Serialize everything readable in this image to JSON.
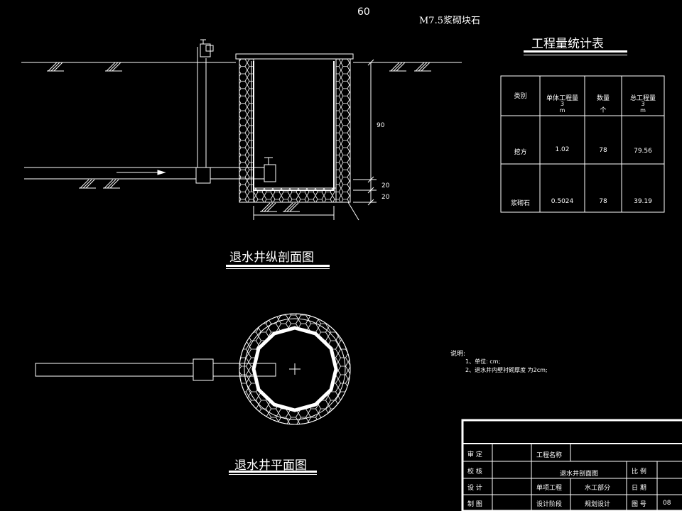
{
  "drawing": {
    "top_dimension": "60",
    "material_label": "M7.5浆砌块石",
    "dim_depth": "90",
    "dim_base1": "20",
    "dim_base2": "20"
  },
  "section_title": "退水井纵剖面图",
  "plan_title": "退水井平面图",
  "quantity_table": {
    "title": "工程量统计表",
    "headers": {
      "category": "类别",
      "unit_qty_line1": "单体工程量",
      "unit_qty_sup": "3",
      "unit_qty_unit": "m",
      "count_line1": "数量",
      "count_unit": "个",
      "total_line1": "总工程量",
      "total_sup": "3",
      "total_unit": "m"
    },
    "rows": [
      {
        "category": "挖方",
        "unit_qty": "1.02",
        "count": "78",
        "total": "79.56"
      },
      {
        "category": "浆砌石",
        "unit_qty": "0.5024",
        "count": "78",
        "total": "39.19"
      }
    ]
  },
  "notes": {
    "heading": "说明:",
    "items": [
      "1、单位: cm;",
      "2、退水井内壁衬砌厚度  为2cm;"
    ]
  },
  "title_block": {
    "review_label": "审  定",
    "check_label": "校  核",
    "design_label": "设  计",
    "draw_label": "制  图",
    "project_name_label": "工程名称",
    "drawing_name": "退水井剖面图",
    "scale_label": "比  例",
    "single_item_label": "单项工程",
    "single_item_value": "水工部分",
    "date_label": "日  期",
    "stage_label": "设计阶段",
    "stage_value": "规划设计",
    "drawing_no_label": "图  号",
    "drawing_no_value": "08"
  }
}
